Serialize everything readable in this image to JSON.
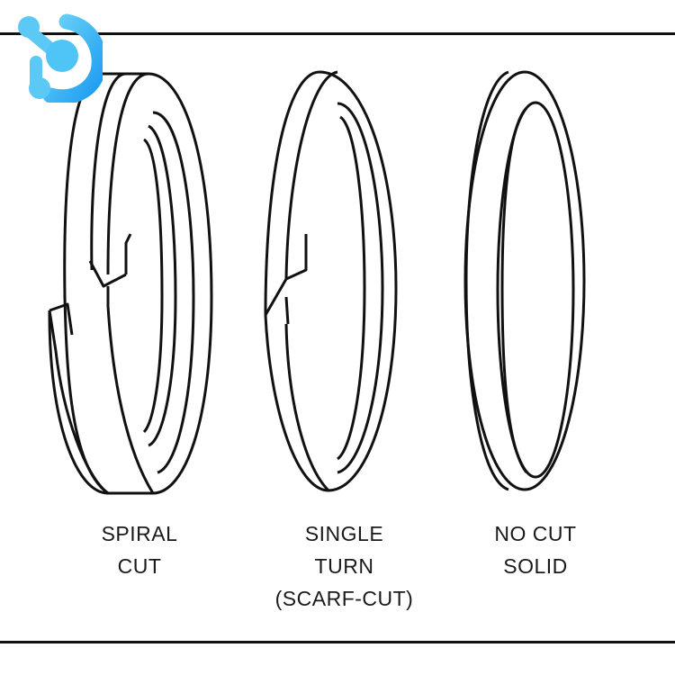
{
  "diagram": {
    "subject": "Piston ring end-gap types",
    "colors": {
      "line": "#111111",
      "background": "#ffffff",
      "logo_light": "#5bc8f5",
      "logo_dark": "#1a9bf0"
    },
    "rings": [
      {
        "id": "spiral",
        "label_lines": [
          "SPIRAL",
          "CUT"
        ]
      },
      {
        "id": "single-turn",
        "label_lines": [
          "SINGLE",
          "TURN",
          "(SCARF-CUT)"
        ]
      },
      {
        "id": "solid",
        "label_lines": [
          "NO CUT",
          "SOLID"
        ]
      }
    ]
  },
  "watermark": {
    "icon": "d-logo-icon"
  }
}
